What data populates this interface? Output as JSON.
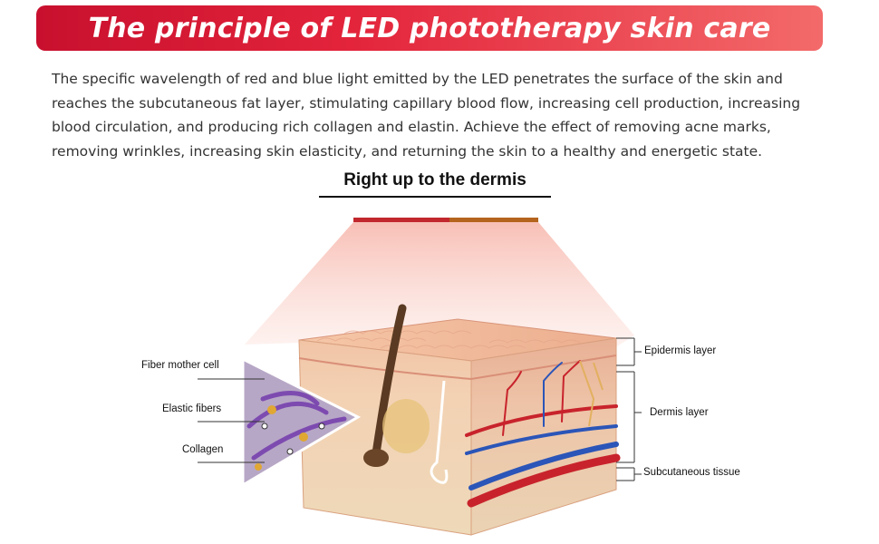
{
  "header": {
    "title": "The principle of LED phototherapy skin care"
  },
  "intro": {
    "text": "The specific wavelength of red and blue light emitted by the LED penetrates the surface of the skin and reaches the subcutaneous fat layer, stimulating capillary blood flow, increasing cell production, increasing blood circulation, and producing rich collagen and elastin. Achieve the effect of removing acne marks, removing wrinkles, increasing skin elasticity, and returning the skin to a healthy and energetic state."
  },
  "diagram": {
    "heading": "Right up to the dermis",
    "left_labels": {
      "fiber_mother_cell": "Fiber mother cell",
      "elastic_fibers": "Elastic fibers",
      "collagen": "Collagen"
    },
    "right_labels": {
      "epidermis": "Epidermis layer",
      "dermis": "Dermis layer",
      "subcutaneous": "Subcutaneous tissue"
    },
    "colors": {
      "banner_start": "#c8102e",
      "banner_end": "#f36a6a",
      "red_light": "#c1272d",
      "amber_light": "#b5641e",
      "beam": "#f6b5a8"
    }
  }
}
